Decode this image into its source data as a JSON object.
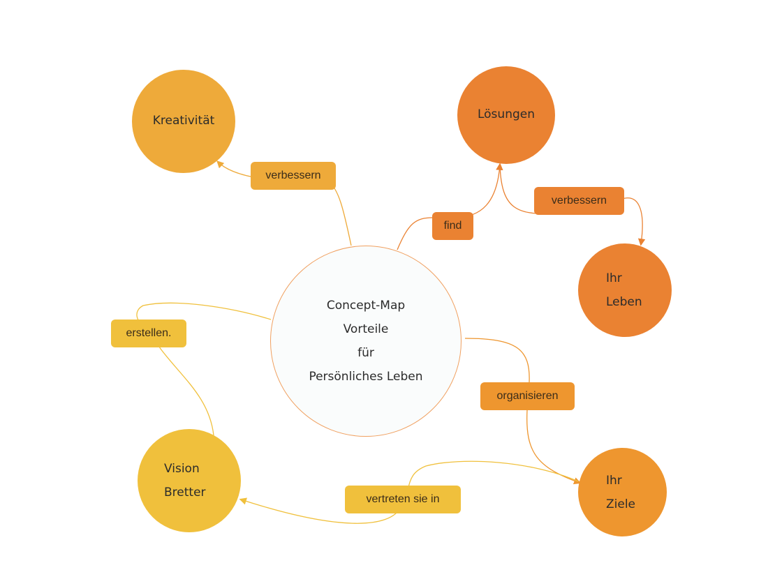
{
  "nodes": {
    "center": {
      "lines": [
        "Concept-Map",
        "Vorteile",
        "für",
        "Persönliches Leben"
      ]
    },
    "kreativitaet": {
      "lines": [
        "Kreativität"
      ]
    },
    "loesungen": {
      "lines": [
        "Lösungen"
      ]
    },
    "ihr_leben": {
      "lines": [
        "Ihr",
        "Leben"
      ]
    },
    "vision": {
      "lines": [
        "Vision",
        "Bretter"
      ]
    },
    "ihr_ziele": {
      "lines": [
        "Ihr",
        "Ziele"
      ]
    }
  },
  "edge_labels": {
    "verbessern_1": "verbessern",
    "find": "find",
    "verbessern_2": "verbessern",
    "erstellen": "erstellen.",
    "organisieren": "organisieren",
    "vertreten": "vertreten sie in"
  },
  "colors": {
    "center_fill": "#fafcfc",
    "center_border": "#f0a060",
    "kreativitaet": "#eeaa3a",
    "loesungen": "#ea8232",
    "ihr_leben": "#ea8232",
    "vision": "#f0c03c",
    "ihr_ziele": "#ee962f",
    "label_yellow": "#f0c03c",
    "label_amber": "#eeaa3a",
    "label_orange": "#ea8232",
    "label_orange2": "#ee962f"
  }
}
